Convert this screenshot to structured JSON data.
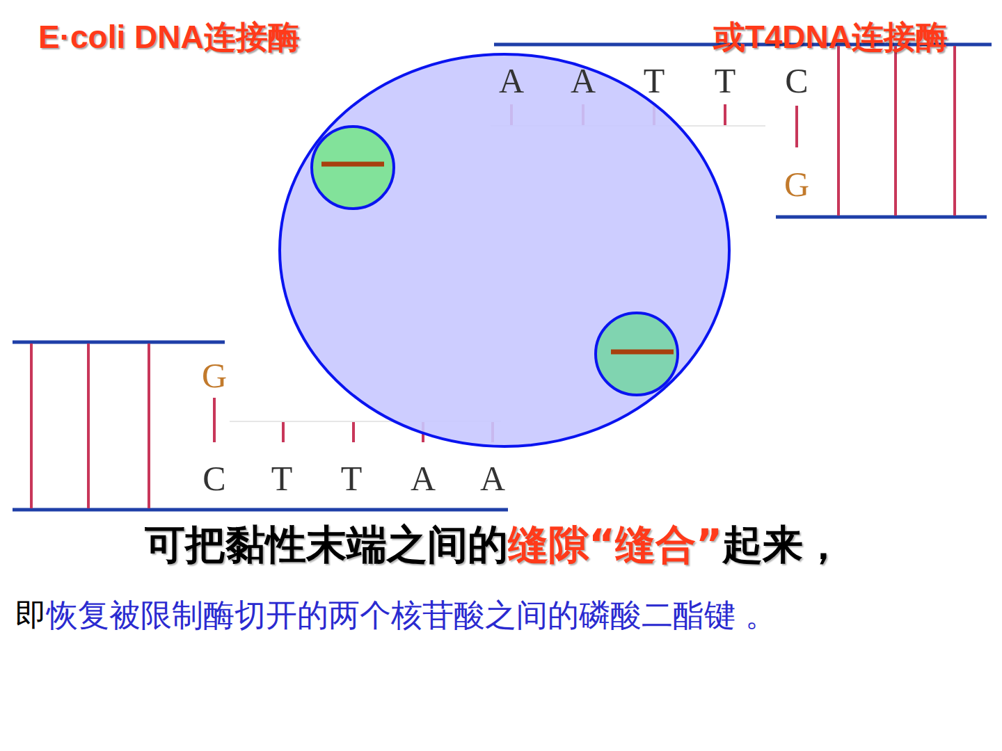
{
  "diagram": {
    "labels": [
      "E·coli DNA连接酶",
      "或T4DNA连接酶",
      "A",
      "A",
      "T",
      "T",
      "C",
      "G",
      "G",
      "C",
      "T",
      "T",
      "A",
      "A",
      "可把黏性末端之间的",
      "缝隙“缝合”",
      "起来，",
      "即",
      "恢复被限制酶切开的两个核苷酸之间的磷酸二酯键 。"
    ]
  }
}
